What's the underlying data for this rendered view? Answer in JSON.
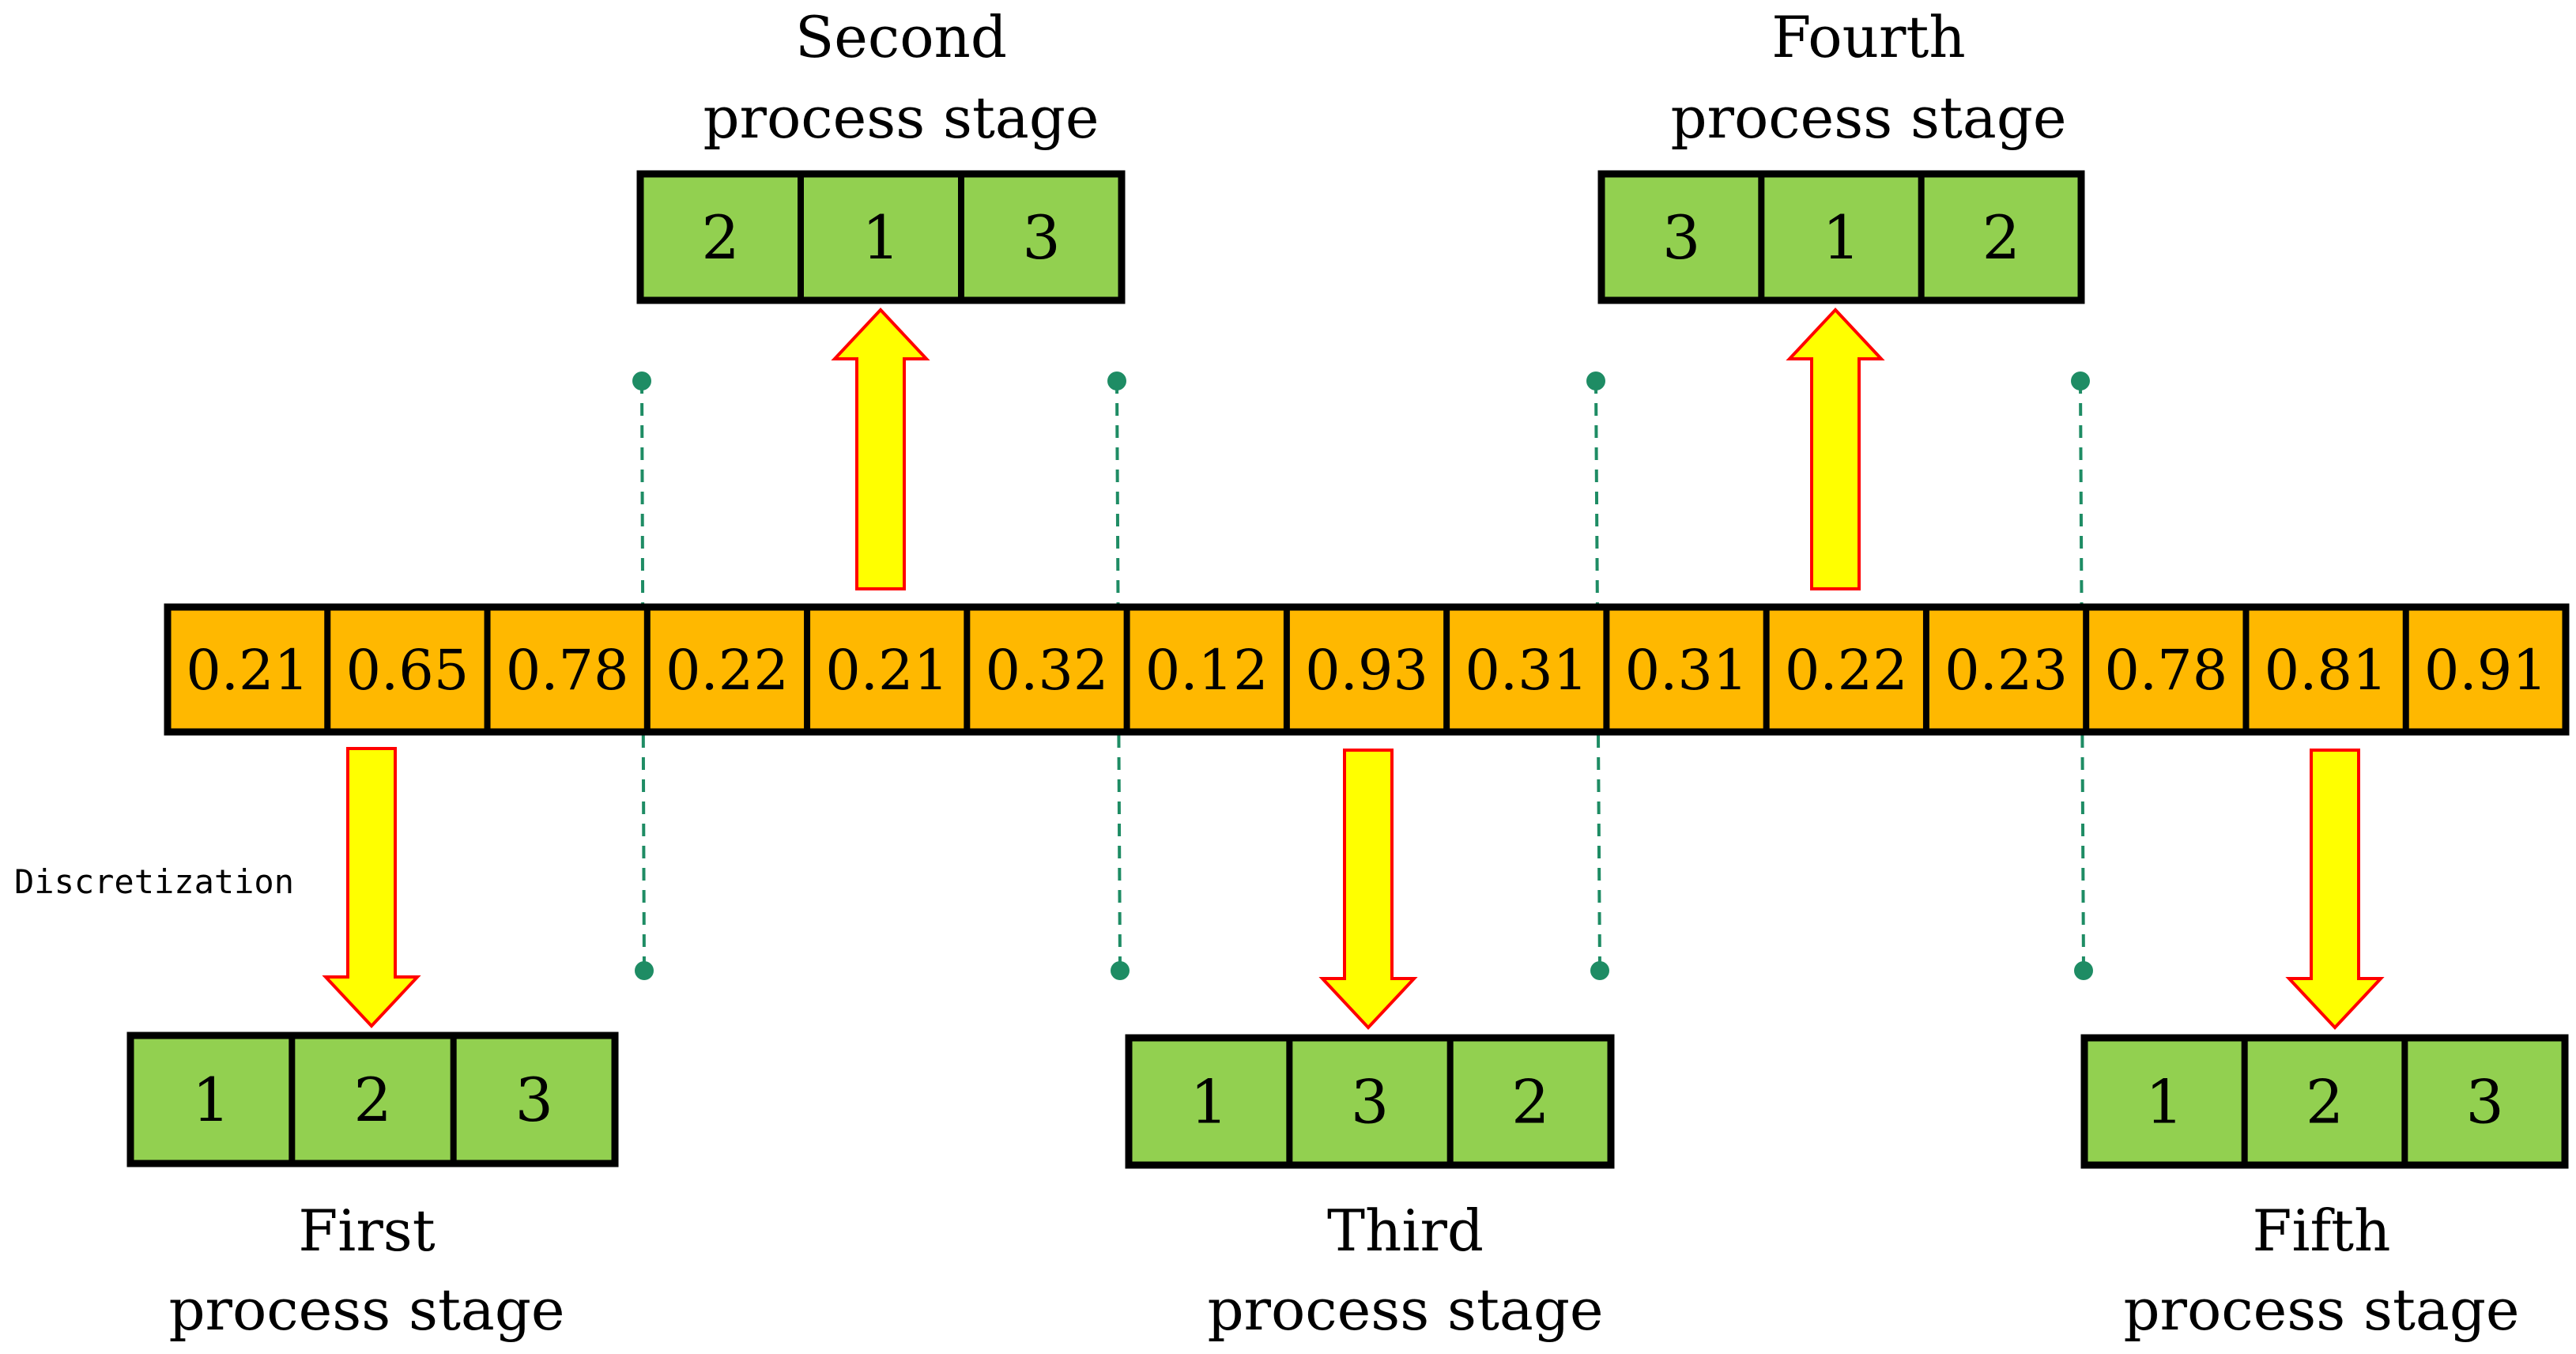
{
  "encoding": {
    "values": [
      "0.21",
      "0.65",
      "0.78",
      "0.22",
      "0.21",
      "0.32",
      "0.12",
      "0.93",
      "0.31",
      "0.31",
      "0.22",
      "0.23",
      "0.78",
      "0.81",
      "0.91"
    ]
  },
  "annotation": {
    "label": "Discretization"
  },
  "stages": [
    {
      "title_line1": "First",
      "title_line2": "process stage",
      "values": [
        "1",
        "2",
        "3"
      ],
      "position": "bottom"
    },
    {
      "title_line1": "Second",
      "title_line2": "process stage",
      "values": [
        "2",
        "1",
        "3"
      ],
      "position": "top"
    },
    {
      "title_line1": "Third",
      "title_line2": "process stage",
      "values": [
        "1",
        "3",
        "2"
      ],
      "position": "bottom"
    },
    {
      "title_line1": "Fourth",
      "title_line2": "process stage",
      "values": [
        "3",
        "1",
        "2"
      ],
      "position": "top"
    },
    {
      "title_line1": "Fifth",
      "title_line2": "process stage",
      "values": [
        "1",
        "2",
        "3"
      ],
      "position": "bottom"
    }
  ],
  "colors": {
    "encoding_fill": "#FFB800",
    "stage_fill": "#92D050",
    "arrow_fill": "#FFFF00",
    "arrow_stroke": "#FF0000",
    "divider": "#1E8C64",
    "border": "#000000"
  }
}
